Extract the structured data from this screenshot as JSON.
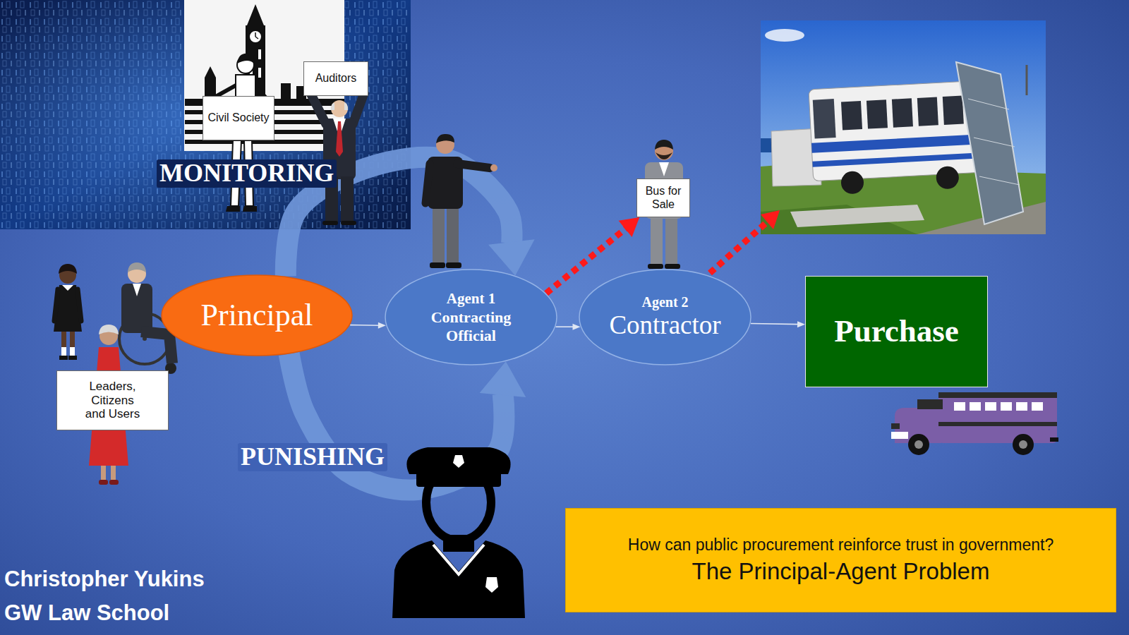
{
  "diagram": {
    "nodes": [
      {
        "text": [
          "Civil Society"
        ]
      },
      {
        "text": [
          "Auditors"
        ]
      },
      {
        "text": [
          "Bus for Sale"
        ]
      },
      {
        "text": [
          "Leaders, Citizens and Users"
        ]
      },
      {
        "text": [
          "Principal"
        ]
      },
      {
        "text": [
          "Agent 1",
          "Contracting Official"
        ]
      },
      {
        "text": [
          "Agent 2",
          "Contractor"
        ]
      },
      {
        "text": [
          "Purchase"
        ]
      },
      {
        "text": [
          "How can public procurement reinforce trust in government?",
          "The Principal-Agent Problem"
        ]
      }
    ],
    "edges": [
      {
        "from": 4,
        "to": 5,
        "arrow": "to"
      },
      {
        "from": 5,
        "to": 6,
        "arrow": "to"
      },
      {
        "from": 6,
        "to": 7,
        "arrow": "to"
      },
      {
        "from": 4,
        "to": 5,
        "label": "MONITORING",
        "arrow": "to"
      },
      {
        "from": 4,
        "to": 5,
        "label": "PUNISHING",
        "arrow": "to"
      },
      {
        "from": 5,
        "to": 2,
        "arrow": "to"
      }
    ],
    "labels": [
      "Christopher Yukins",
      "GW Law School"
    ]
  }
}
